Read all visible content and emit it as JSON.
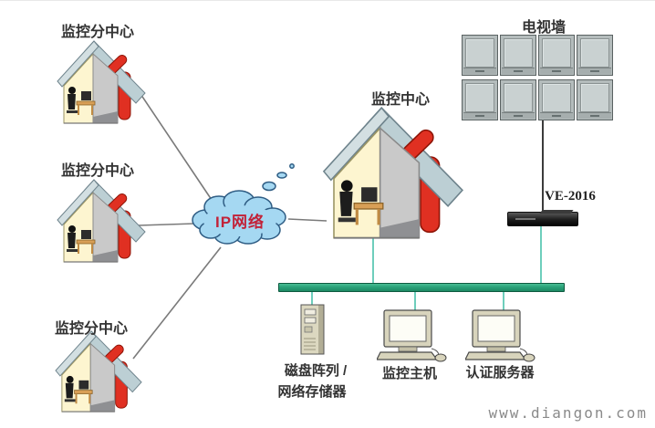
{
  "branch_centers": [
    {
      "label": "监控分中心"
    },
    {
      "label": "监控分中心"
    },
    {
      "label": "监控分中心"
    }
  ],
  "cloud": {
    "label": "IP网络"
  },
  "main_center": {
    "label": "监控中心"
  },
  "tv_wall": {
    "label": "电视墙",
    "monitors": 8,
    "columns": 4
  },
  "decoder": {
    "label": "VE-2016"
  },
  "lan": {
    "storage": {
      "label_line1": "磁盘阵列 /",
      "label_line2": "网络存储器"
    },
    "monitor_host": {
      "label": "监控主机"
    },
    "auth_server": {
      "label": "认证服务器"
    }
  },
  "watermark": {
    "text": "www.diangon.com"
  },
  "colors": {
    "cloud_fill": "#a5d8f2",
    "cloud_outline": "#2f5d84",
    "cloud_text": "#c22238",
    "bus_green": "#2aa179",
    "connector_teal": "#5ec9b4",
    "line_gray": "#7a7a7a",
    "line_dark": "#3c3c3c",
    "house_red": "#e03022",
    "house_roof": "#bccfd4",
    "house_interior": "#fdf5d0",
    "label_text": "#333333"
  }
}
